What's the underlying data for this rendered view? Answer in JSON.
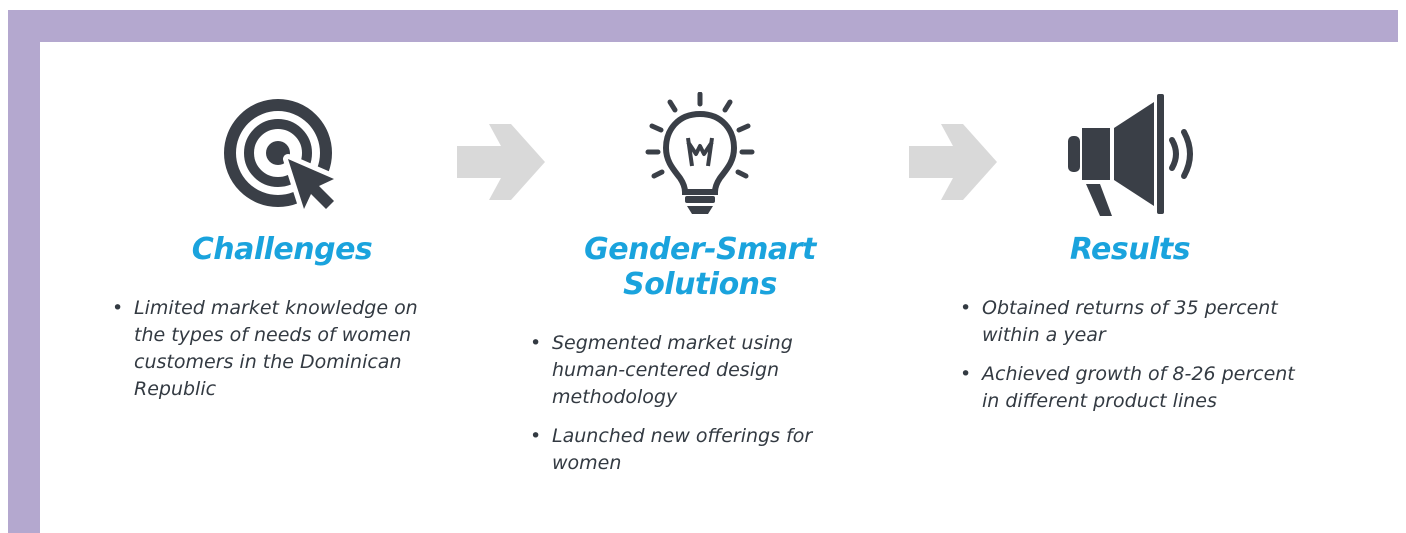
{
  "colors": {
    "frame": "#b4a8cf",
    "heading": "#1aa3dd",
    "icon": "#3a3f47",
    "arrow": "#d9d9d9",
    "text": "#333a42"
  },
  "columns": [
    {
      "icon": "target-cursor-icon",
      "heading": "Challenges",
      "bullets": [
        "Limited market knowledge on the types of needs of women customers in the Dominican Republic"
      ]
    },
    {
      "icon": "lightbulb-icon",
      "heading": "Gender-Smart Solutions",
      "bullets": [
        "Segmented market using human-centered design methodology",
        "Launched new offerings for women"
      ]
    },
    {
      "icon": "megaphone-icon",
      "heading": "Results",
      "bullets": [
        "Obtained returns of 35 percent within a year",
        "Achieved growth of 8-26 percent in different product lines"
      ]
    }
  ],
  "arrows": [
    "arrow-right-icon",
    "arrow-right-icon"
  ]
}
